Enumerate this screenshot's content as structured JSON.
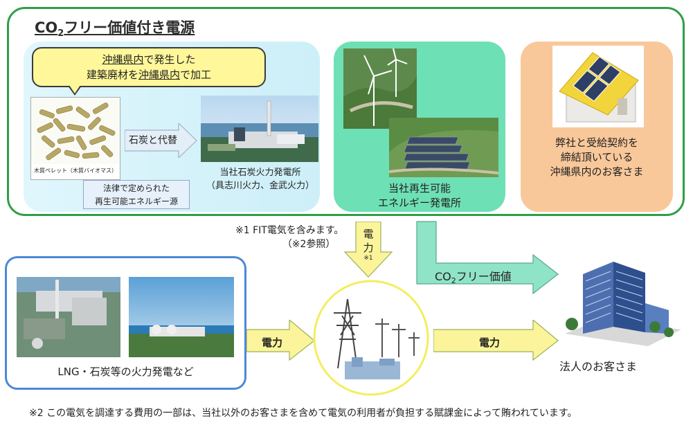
{
  "title": {
    "pre": "CO",
    "sub": "2",
    "post": "フリー価値付き電源"
  },
  "bubble": {
    "line1_u": "沖縄県内",
    "line1_rest": "で発生した",
    "line2_pre": "建築廃材を",
    "line2_u": "沖縄県内",
    "line2_post": "で加工"
  },
  "pellet_caption": "木質ペレット（木質バイオマス）",
  "legal_label": {
    "line1": "法律で定められた",
    "line2": "再生可能エネルギー源"
  },
  "replace_arrow": "石炭と代替",
  "coal_plant": {
    "line1": "当社石炭火力発電所",
    "line2": "（具志川火力、金武火力）"
  },
  "renewable": {
    "line1": "当社再生可能",
    "line2": "エネルギー発電所"
  },
  "customers_contract": {
    "line1": "弊社と受給契約を",
    "line2": "締結頂いている",
    "line3": "沖縄県内のお客さま"
  },
  "fit_note": {
    "line1": "※1 FIT電気を含みます。",
    "line2": "（※2参照）"
  },
  "down_arrow": {
    "c1": "電",
    "c2": "力",
    "note": "※1"
  },
  "co2_arrow": {
    "pre": "CO",
    "sub": "2",
    "post": "フリー価値"
  },
  "thermal_label": "LNG・石炭等の火力発電など",
  "power_left": "電力",
  "power_right": "電力",
  "corporate": "法人のお客さま",
  "footnote": "※2 この電気を調達する費用の一部は、当社以外のお客さまを含めて電気の利用者が負担する賦課金によって賄われています。",
  "colors": {
    "green_frame": "#2e9e48",
    "panel_blue": "#d6f3fb",
    "panel_green": "#6ee0b6",
    "panel_orange": "#f9c89a",
    "arrow_yellow": "#fbf49a",
    "arrow_green": "#8fe3c6",
    "blue_frame": "#4a89d6"
  }
}
